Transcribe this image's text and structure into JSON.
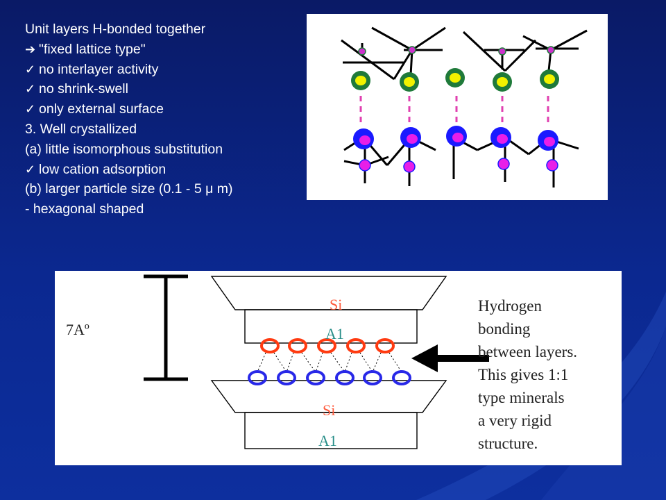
{
  "slide": {
    "text_lines": [
      {
        "marker": "",
        "text": "Unit layers H-bonded together"
      },
      {
        "marker": "➔",
        "text": "\"fixed lattice type\""
      },
      {
        "marker": "✓",
        "text": "no interlayer activity"
      },
      {
        "marker": "✓",
        "text": "no shrink-swell"
      },
      {
        "marker": "✓",
        "text": "only external surface"
      },
      {
        "marker": "",
        "text": "3. Well crystallized"
      },
      {
        "marker": "",
        "text": "(a) little isomorphous substitution"
      },
      {
        "marker": "✓",
        "text": "low cation adsorption"
      },
      {
        "marker": "",
        "text": "(b) larger particle size (0.1 - 5 μ m)"
      },
      {
        "marker": "",
        "text": "- hexagonal shaped"
      }
    ]
  },
  "lattice_diagram": {
    "colors": {
      "bond": "#000000",
      "small_node": "#cc33cc",
      "green_ring": "#1f7a3a",
      "yellow_core": "#f2f200",
      "blue_ring": "#1a1aff",
      "magenta_core": "#e81ee8",
      "h_bond": "#e040b0"
    }
  },
  "layer_diagram": {
    "dimension_label": "7Aº",
    "top_layer": {
      "si_label": "Si",
      "al_label": "A1"
    },
    "bottom_layer": {
      "si_label": "Si",
      "al_label": "A1"
    },
    "caption_lines": [
      "Hydrogen",
      "bonding",
      "between layers.",
      "This gives 1:1",
      "type minerals",
      "a very rigid",
      "structure."
    ],
    "colors": {
      "red_ring": "#ff3a10",
      "blue_ring": "#2828e8",
      "outline": "#000000"
    }
  }
}
